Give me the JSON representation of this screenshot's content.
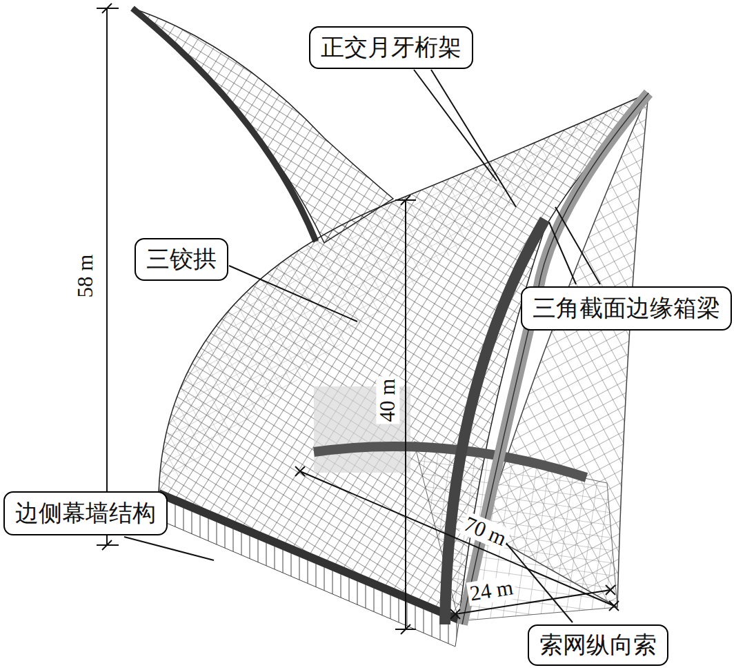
{
  "diagram": {
    "nodes": [
      {
        "text": [
          "正交月牙桁架"
        ]
      },
      {
        "text": [
          "三铰拱"
        ]
      },
      {
        "text": [
          "三角截面边缘箱梁"
        ]
      },
      {
        "text": [
          "边侧幕墙结构"
        ]
      },
      {
        "text": [
          "索网纵向索"
        ]
      }
    ],
    "labels": [
      "58 m",
      "40 m",
      "70 m",
      "24 m"
    ]
  }
}
